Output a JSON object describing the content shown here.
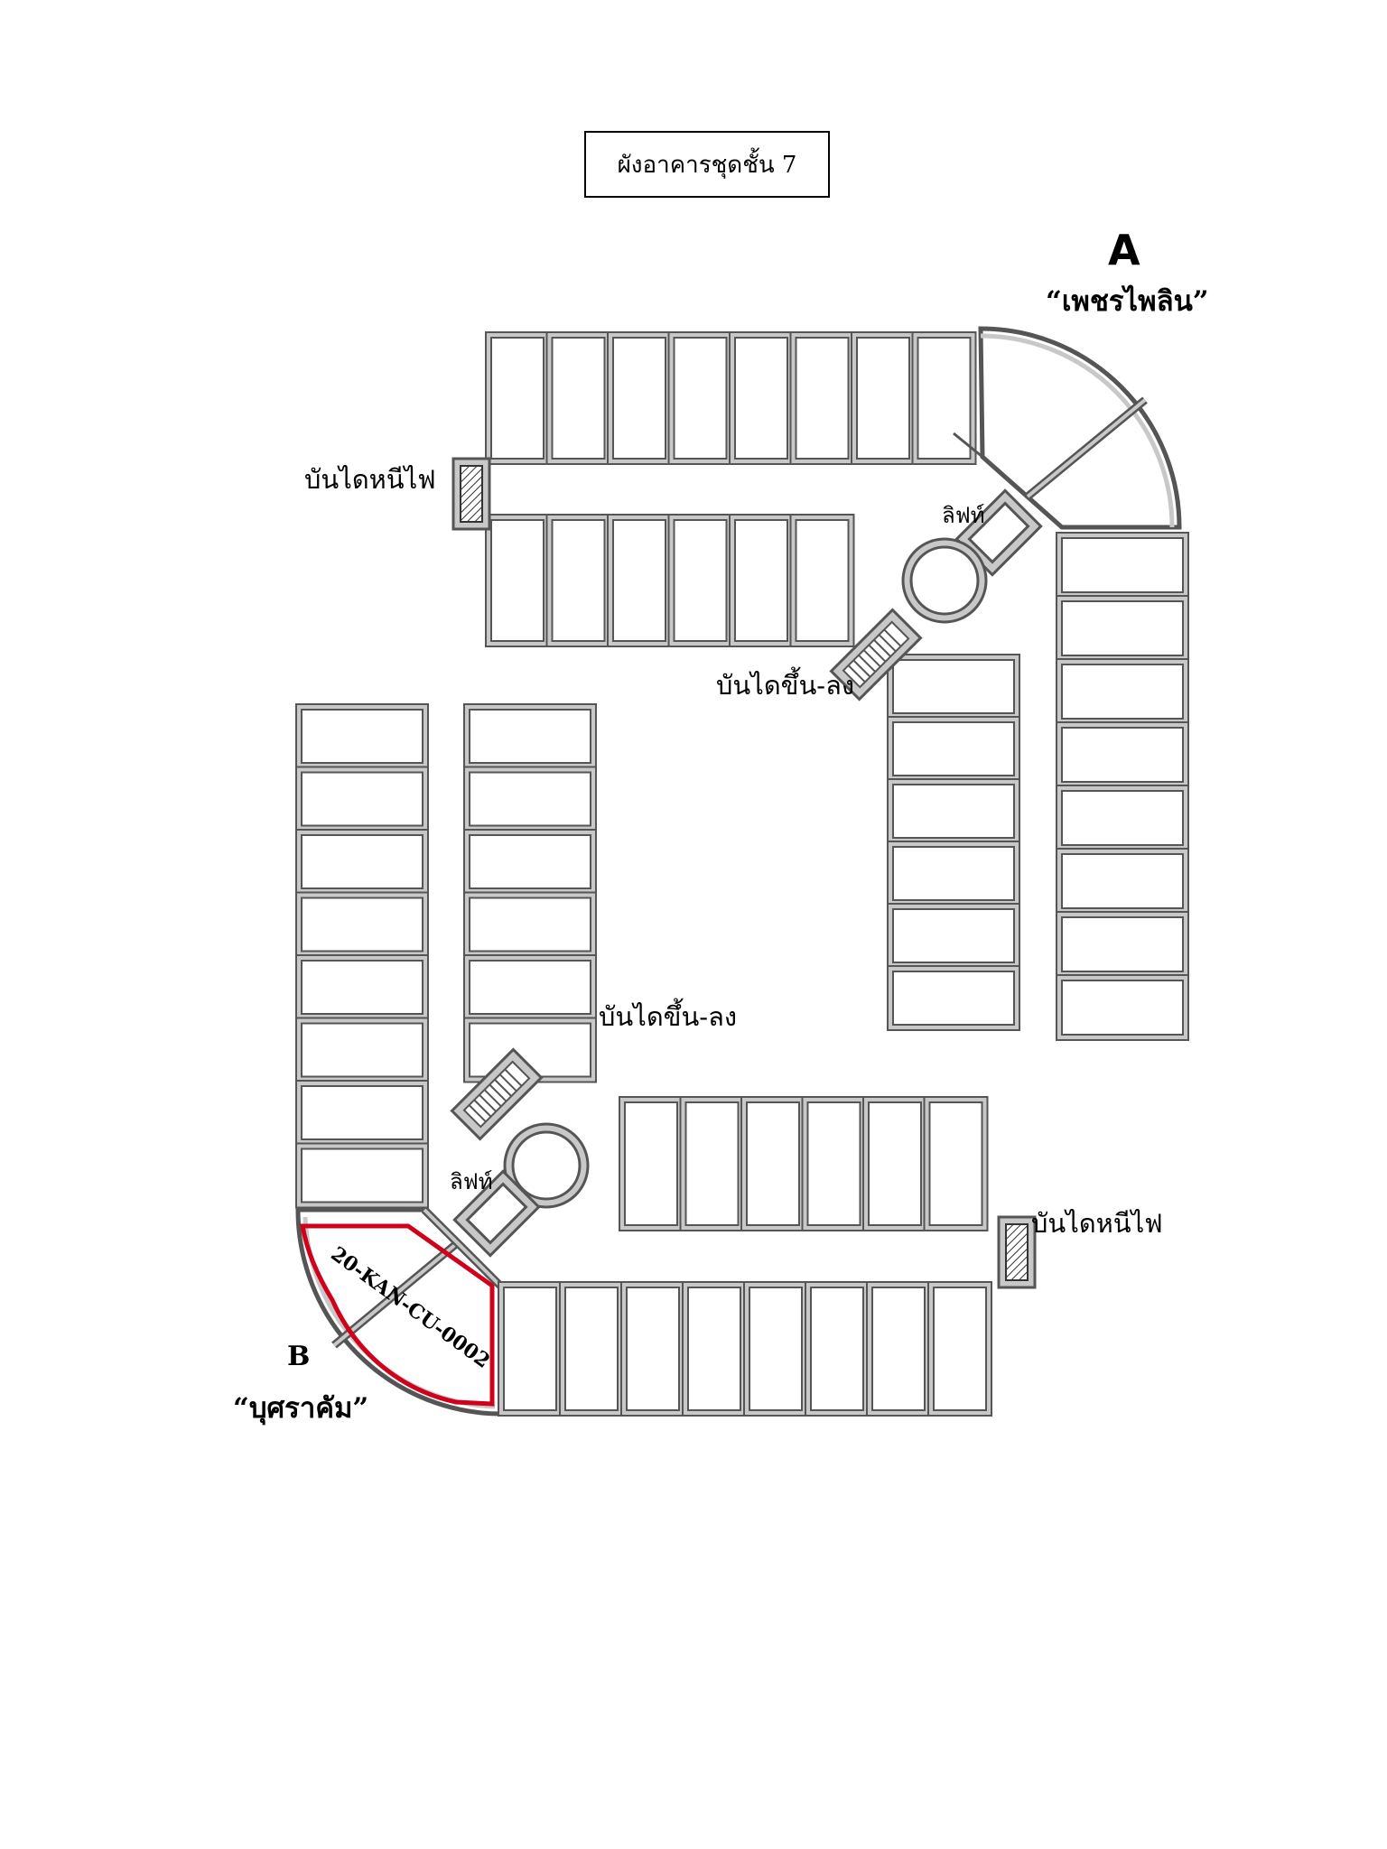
{
  "title": "ผังอาคารชุดชั้น 7",
  "tower_a": {
    "letter": "A",
    "name": "“เพชรไพลิน”"
  },
  "tower_b": {
    "letter": "B",
    "name": "“บุศราคัม”"
  },
  "labels": {
    "fire_stair_top": "บันไดหนีไฟ",
    "fire_stair_bottom": "บันไดหนีไฟ",
    "stairs_top": "บันไดขึ้น-ลง",
    "stairs_bottom": "บันไดขึ้น-ลง",
    "lift_top": "ลิฟท์",
    "lift_bottom": "ลิฟท์"
  },
  "highlighted_unit": {
    "code": "20-KAN-CU-0002",
    "color": "#d0021b"
  },
  "colors": {
    "wall": "#555555",
    "wall_fill": "#c8c8c8",
    "highlight": "#d0021b"
  },
  "unit_counts": {
    "a_top_row": 8,
    "a_inner_row": 6,
    "a_right_column": 8,
    "a_inner_column": 6,
    "b_left_column": 8,
    "b_inner_column": 6,
    "b_bottom_row": 8,
    "b_inner_row": 6
  }
}
